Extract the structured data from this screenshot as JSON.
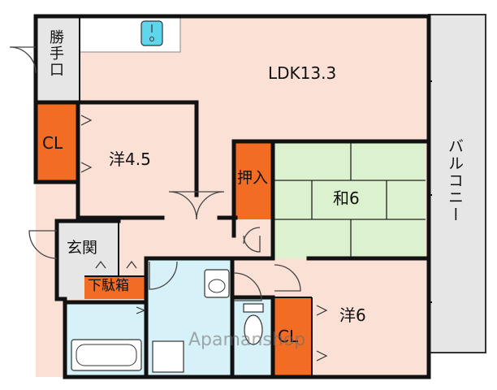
{
  "rooms": {
    "ldk": "LDK13.3",
    "western_a": "洋4.5",
    "western_b": "洋6",
    "japanese": "和6",
    "balcony": "バルコニー",
    "kitchen_door": "勝手口",
    "closet_a": "CL",
    "closet_b": "CL",
    "oshiire": "押入",
    "entrance": "玄関",
    "shoe_box": "下駄箱"
  },
  "watermark": "Apamanshop",
  "colors": {
    "room_fill": "#fbe1d5",
    "wet_fill": "#d6f1f7",
    "tatami_fill": "#dcf2cf",
    "closet_fill": "#f26c24",
    "hall_fill": "#e6e6e6",
    "balcony_fill": "#e6e6e6",
    "sink_fill": "#5fd6ec",
    "wall": "#111111"
  }
}
